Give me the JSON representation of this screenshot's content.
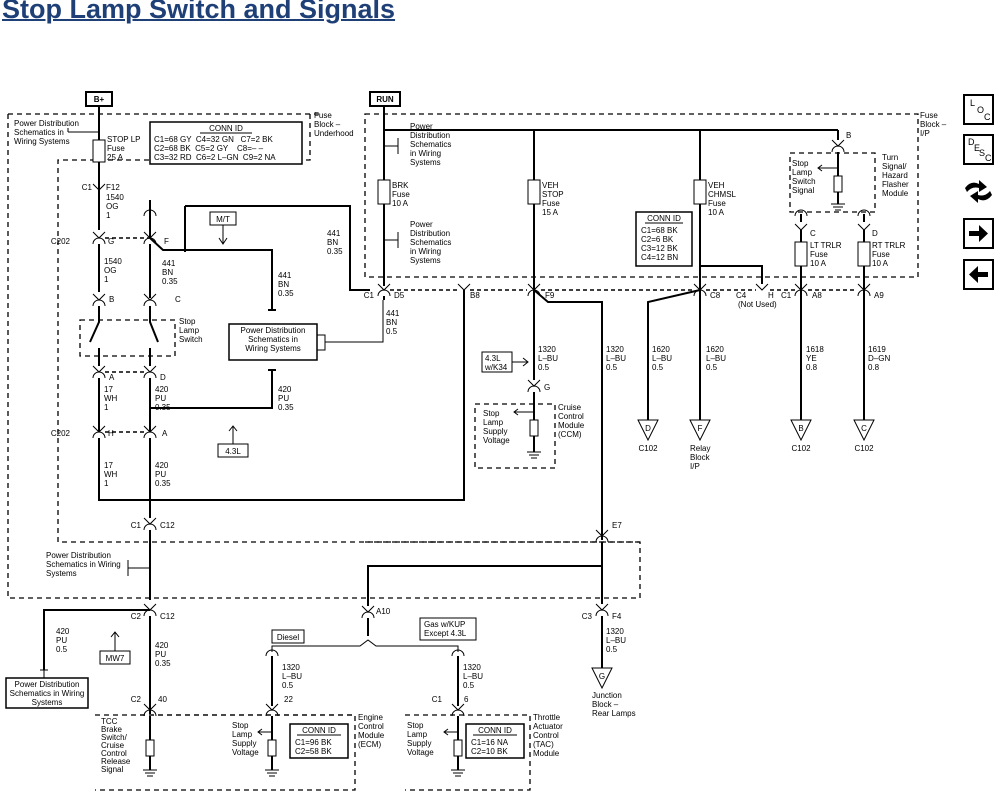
{
  "title": "Stop Lamp Switch and Signals",
  "power": {
    "bplus": "B+",
    "run": "RUN"
  },
  "fuse_block_underhood": [
    "Fuse",
    "Block –",
    "Underhood"
  ],
  "fuse_block_ip": [
    "Fuse",
    "Block –",
    "I/P"
  ],
  "conn_id_top": {
    "title": "CONN ID",
    "rows": [
      "C1=68 GY  C4=32 GN   C7=2 BK",
      "C2=68 BK  C5=2 GY    C8=– –",
      "C3=32 RD  C6=2 L–GN  C9=2 NA"
    ]
  },
  "conn_id_ip": {
    "title": "CONN ID",
    "rows": [
      "C1=68 BK",
      "C2=6 BK",
      "C3=12 BK",
      "C4=12 BN"
    ]
  },
  "conn_id_ecm": {
    "title": "CONN ID",
    "rows": [
      "C1=96 BK",
      "C2=58 BK"
    ]
  },
  "conn_id_tac": {
    "title": "CONN ID",
    "rows": [
      "C1=16 NA",
      "C2=10 BK"
    ]
  },
  "pds": [
    "Power Distribution",
    "Schematics in Wiring",
    "Systems"
  ],
  "pds_small": [
    "Power",
    "Distribution",
    "Schematics",
    "in Wiring",
    "Systems"
  ],
  "pds_mid": [
    "Power Distribution",
    "Schematics in",
    "Wiring Systems"
  ],
  "fuses": {
    "stop_lp": [
      "STOP LP",
      "Fuse",
      "25 A"
    ],
    "brk": [
      "BRK",
      "Fuse",
      "10 A"
    ],
    "veh_stop": [
      "VEH",
      "STOP",
      "Fuse",
      "15 A"
    ],
    "veh_chmsl": [
      "VEH",
      "CHMSL",
      "Fuse",
      "10 A"
    ],
    "lt_trlr": [
      "LT TRLR",
      "Fuse",
      "10 A"
    ],
    "rt_trlr": [
      "RT TRLR",
      "Fuse",
      "10 A"
    ]
  },
  "connectors": {
    "c1": "C1",
    "f12": "F12",
    "c202": "C202",
    "g": "G",
    "f": "F",
    "b": "B",
    "c": "C",
    "a": "A",
    "d": "D",
    "h": "H",
    "c1_2": "C1",
    "c12": "C12",
    "c2": "C2",
    "c12_2": "C12",
    "c2_2": "C2",
    "n40": "40",
    "c1_3": "C1",
    "d5": "D5",
    "b8": "B8",
    "f9": "F9",
    "c8": "C8",
    "c4": "C4",
    "h2": "H",
    "notused": "(Not Used)",
    "c1_4": "C1",
    "a8": "A8",
    "a9": "A9",
    "b_ip": "B",
    "c_ip": "C",
    "d_ip": "D",
    "e7": "E7",
    "a10": "A10",
    "c3": "C3",
    "f4": "F4",
    "g_ccm": "G",
    "n22": "22",
    "c1_5": "C1",
    "n6": "6"
  },
  "wires": {
    "w1540a": [
      "1540",
      "OG",
      "1"
    ],
    "w1540b": [
      "1540",
      "OG",
      "1"
    ],
    "w441a": [
      "441",
      "BN",
      "0.35"
    ],
    "w441b": [
      "441",
      "BN",
      "0.35"
    ],
    "w441c": [
      "441",
      "BN",
      "0.35"
    ],
    "w441d": [
      "441",
      "BN",
      "0.5"
    ],
    "w17a": [
      "17",
      "WH",
      "1"
    ],
    "w17b": [
      "17",
      "WH",
      "1"
    ],
    "w420a": [
      "420",
      "PU",
      "0.35"
    ],
    "w420b": [
      "420",
      "PU",
      "0.35"
    ],
    "w420c": [
      "420",
      "PU",
      "0.35"
    ],
    "w420d": [
      "420",
      "PU",
      "0.35"
    ],
    "w420e": [
      "420",
      "PU",
      "0.5"
    ],
    "w1320a": [
      "1320",
      "L–BU",
      "0.5"
    ],
    "w1320b": [
      "1320",
      "L–BU",
      "0.5"
    ],
    "w1320c": [
      "1320",
      "L–BU",
      "0.5"
    ],
    "w1320d": [
      "1320",
      "L–BU",
      "0.5"
    ],
    "w1320e": [
      "1320",
      "L–BU",
      "0.5"
    ],
    "w1620a": [
      "1620",
      "L–BU",
      "0.5"
    ],
    "w1620b": [
      "1620",
      "L–BU",
      "0.5"
    ],
    "w1618": [
      "1618",
      "YE",
      "0.8"
    ],
    "w1619": [
      "1619",
      "D–GN",
      "0.8"
    ]
  },
  "labels": {
    "mt": "M/T",
    "l43": "4.3L",
    "l43k34": [
      "4.3L",
      "w/K34"
    ],
    "mw7": "MW7",
    "diesel": "Diesel",
    "gas": [
      "Gas w/KUP",
      "Except 4.3L"
    ],
    "stop_lamp_switch": [
      "Stop",
      "Lamp",
      "Switch"
    ],
    "sls_signal": [
      "Stop",
      "Lamp",
      "Switch",
      "Signal"
    ],
    "turn_module": [
      "Turn",
      "Signal/",
      "Hazard",
      "Flasher",
      "Module"
    ],
    "sl_supply": [
      "Stop",
      "Lamp",
      "Supply",
      "Voltage"
    ],
    "ccm": [
      "Cruise",
      "Control",
      "Module",
      "(CCM)"
    ],
    "ecm": [
      "Engine",
      "Control",
      "Module",
      "(ECM)"
    ],
    "tac": [
      "Throttle",
      "Actuator",
      "Control",
      "(TAC)",
      "Module"
    ],
    "tcc": [
      "TCC",
      "Brake",
      "Switch/",
      "Cruise",
      "Control",
      "Release",
      "Signal"
    ],
    "junction": [
      "Junction",
      "Block –",
      "Rear Lamps"
    ],
    "relay_block": [
      "Relay",
      "Block",
      "I/P"
    ]
  },
  "grounds": {
    "d": {
      "letter": "D",
      "label": "C102"
    },
    "f": {
      "letter": "F",
      "label": ""
    },
    "b": {
      "letter": "B",
      "label": "C102"
    },
    "c": {
      "letter": "C",
      "label": "C102"
    },
    "g": {
      "letter": "G",
      "label": ""
    }
  },
  "sidebar": [
    {
      "name": "loc",
      "label": "LOC"
    },
    {
      "name": "desc",
      "label": "DESC"
    },
    {
      "name": "swap",
      "icon": "swap-arrows-icon"
    },
    {
      "name": "next",
      "icon": "arrow-right-icon"
    },
    {
      "name": "prev",
      "icon": "arrow-left-icon"
    }
  ]
}
